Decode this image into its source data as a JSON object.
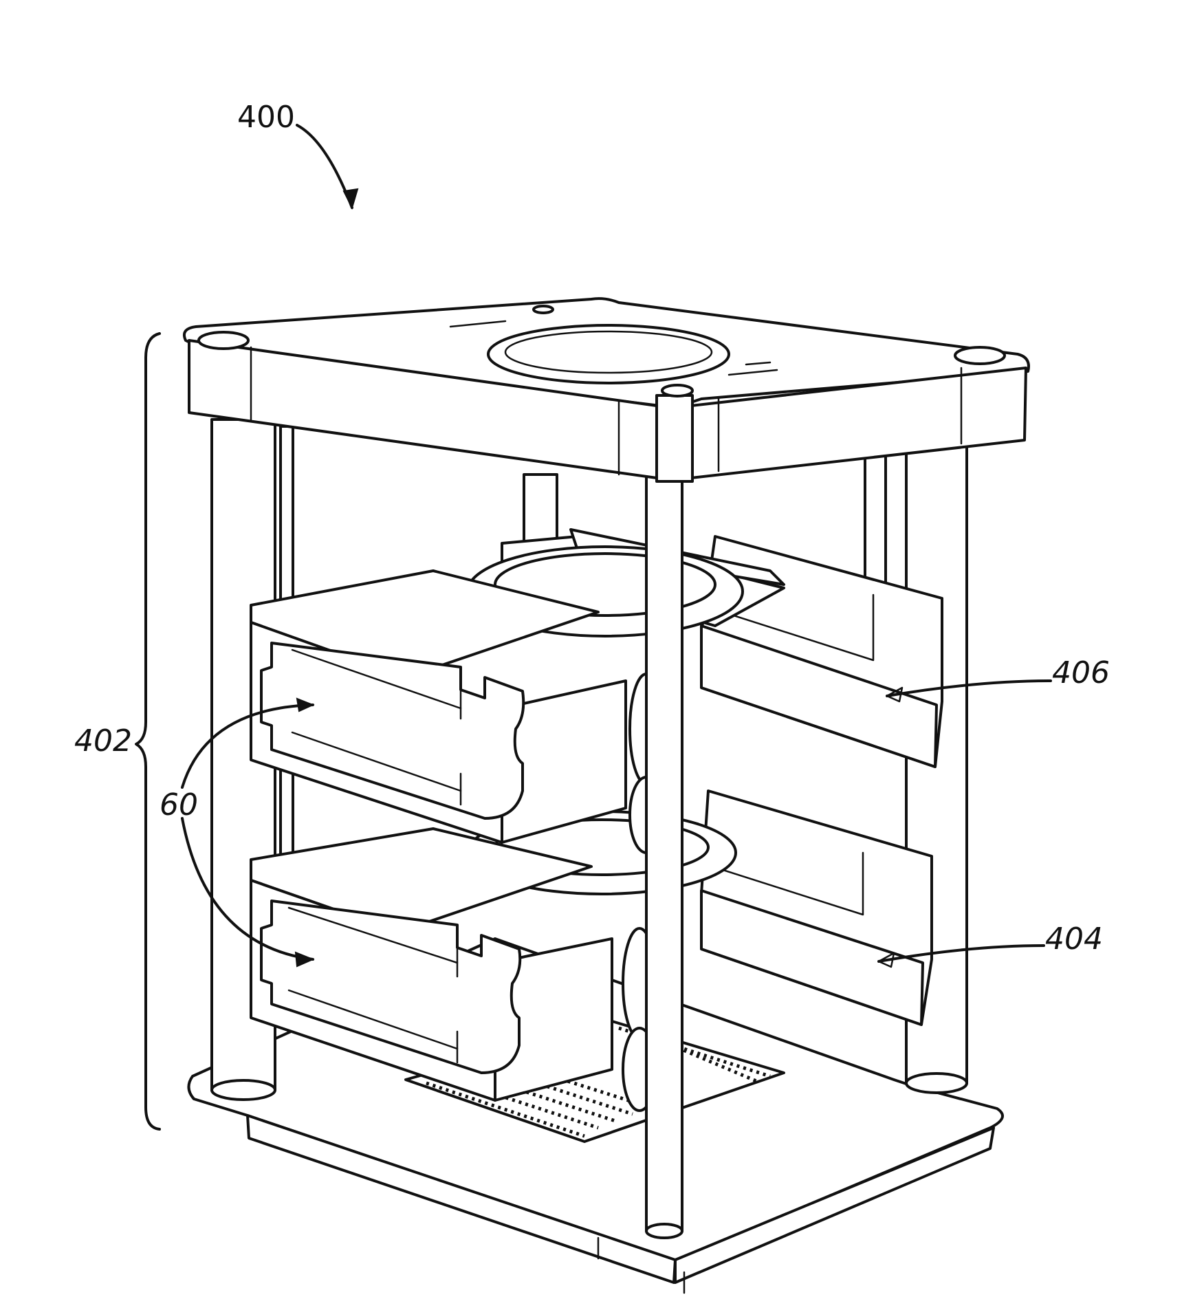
{
  "figure": {
    "reference_numerals": [
      {
        "id": "assembly",
        "text": "400"
      },
      {
        "id": "stack",
        "text": "402"
      },
      {
        "id": "upper-module",
        "text": "406"
      },
      {
        "id": "lower-module",
        "text": "404"
      },
      {
        "id": "component",
        "text": "60"
      }
    ],
    "colors": {
      "line": "#111111",
      "background": "#ffffff"
    }
  }
}
